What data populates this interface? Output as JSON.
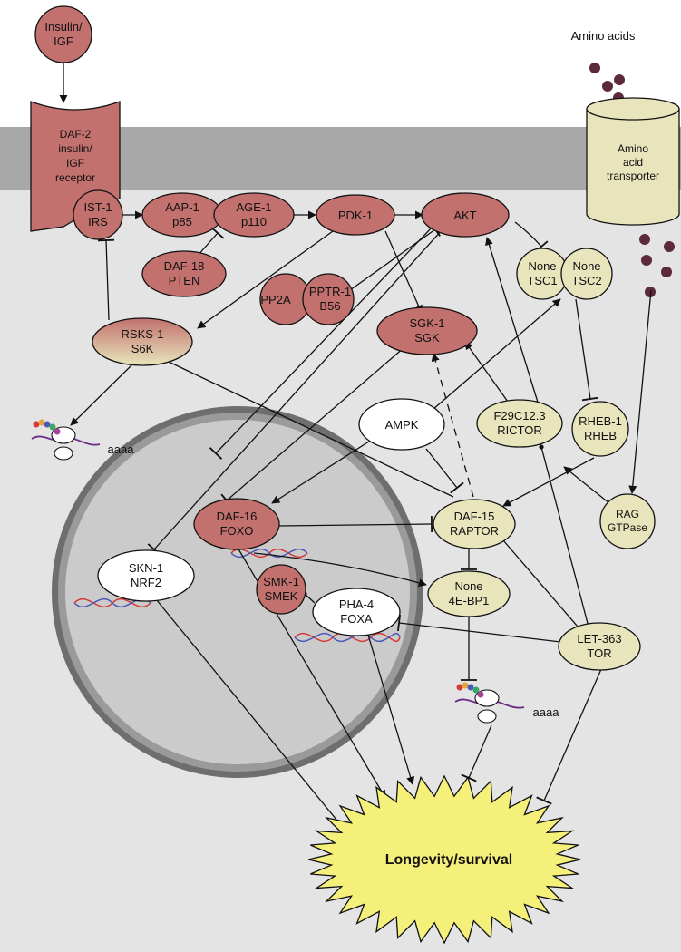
{
  "colors": {
    "membrane": "#a8a8a8",
    "cytoplasm": "#e4e4e4",
    "nucleus_fill": "#cbcbcb",
    "nucleus_ring": "#6e6e6e",
    "insulin_pathway": "#c2716e",
    "tor_pathway": "#e8e5bc",
    "outline": "#111111",
    "longevity_burst": "#f4f07a",
    "amino_acid": "#5b2a3c",
    "dna_red": "#d63a34",
    "dna_blue": "#4a57b8"
  },
  "nodes": {
    "insulin": {
      "line1": "Insulin/",
      "line2": "IGF"
    },
    "daf2": {
      "line1": "DAF-2",
      "line2": "insulin/",
      "line3": "IGF",
      "line4": "receptor"
    },
    "ist1": {
      "line1": "IST-1",
      "line2": "IRS"
    },
    "aap1": {
      "line1": "AAP-1",
      "line2": "p85"
    },
    "age1": {
      "line1": "AGE-1",
      "line2": "p110"
    },
    "daf18": {
      "line1": "DAF-18",
      "line2": "PTEN"
    },
    "pdk1": {
      "line1": "PDK-1"
    },
    "akt": {
      "line1": "AKT"
    },
    "pp2a": {
      "line1": "PP2A"
    },
    "pptr1": {
      "line1": "PPTR-1",
      "line2": "B56"
    },
    "sgk1": {
      "line1": "SGK-1",
      "line2": "SGK"
    },
    "rsks1": {
      "line1": "RSKS-1",
      "line2": "S6K"
    },
    "tsc1": {
      "line1": "None",
      "line2": "TSC1"
    },
    "tsc2": {
      "line1": "None",
      "line2": "TSC2"
    },
    "ampk": {
      "line1": "AMPK"
    },
    "rictor": {
      "line1": "F29C12.3",
      "line2": "RICTOR"
    },
    "rheb1": {
      "line1": "RHEB-1",
      "line2": "RHEB"
    },
    "daf15": {
      "line1": "DAF-15",
      "line2": "RAPTOR"
    },
    "rag": {
      "line1": "RAG",
      "line2": "GTPase"
    },
    "daf16": {
      "line1": "DAF-16",
      "line2": "FOXO"
    },
    "skn1": {
      "line1": "SKN-1",
      "line2": "NRF2"
    },
    "smk1": {
      "line1": "SMK-1",
      "line2": "SMEK"
    },
    "pha4": {
      "line1": "PHA-4",
      "line2": "FOXA"
    },
    "ebp1": {
      "line1": "None",
      "line2": "4E-BP1"
    },
    "let363": {
      "line1": "LET-363",
      "line2": "TOR"
    },
    "transporter": {
      "line1": "Amino",
      "line2": "acid",
      "line3": "transporter"
    }
  },
  "labels": {
    "amino_acids": "Amino acids",
    "polya": "aaaa",
    "longevity": "Longevity/survival"
  }
}
